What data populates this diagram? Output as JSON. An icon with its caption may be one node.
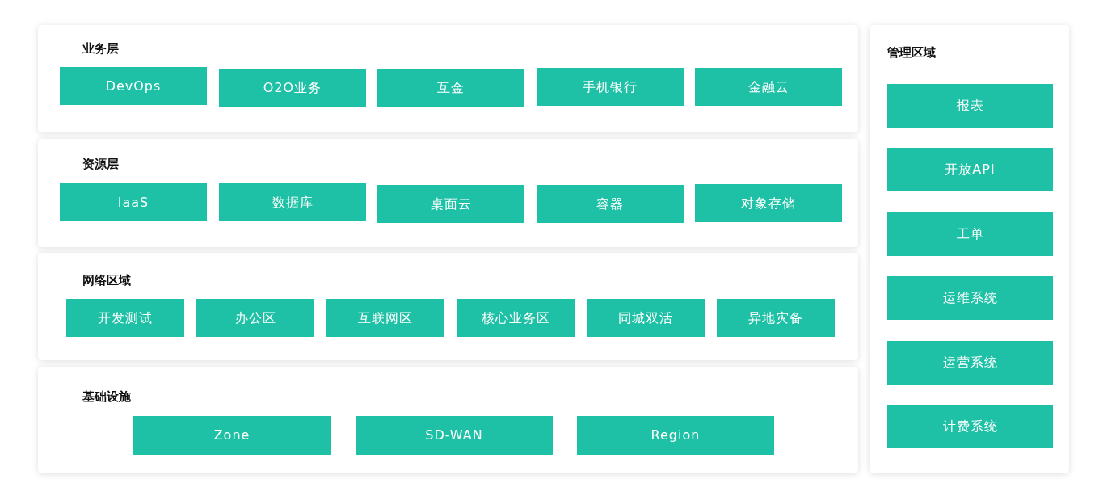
{
  "diagram": {
    "nodes": [
      {
        "text": [
          "业务层"
        ]
      },
      {
        "text": [
          "DevOps"
        ],
        "in": 0
      },
      {
        "text": [
          "O2O业务"
        ],
        "in": 0
      },
      {
        "text": [
          "互金"
        ],
        "in": 0
      },
      {
        "text": [
          "手机银行"
        ],
        "in": 0
      },
      {
        "text": [
          "金融云"
        ],
        "in": 0
      },
      {
        "text": [
          "资源层"
        ]
      },
      {
        "text": [
          "IaaS"
        ],
        "in": 6
      },
      {
        "text": [
          "数据库"
        ],
        "in": 6
      },
      {
        "text": [
          "桌面云"
        ],
        "in": 6
      },
      {
        "text": [
          "容器"
        ],
        "in": 6
      },
      {
        "text": [
          "对象存储"
        ],
        "in": 6
      },
      {
        "text": [
          "网络区域"
        ]
      },
      {
        "text": [
          "开发测试"
        ],
        "in": 12
      },
      {
        "text": [
          "办公区"
        ],
        "in": 12
      },
      {
        "text": [
          "互联网区"
        ],
        "in": 12
      },
      {
        "text": [
          "核心业务区"
        ],
        "in": 12
      },
      {
        "text": [
          "同城双活"
        ],
        "in": 12
      },
      {
        "text": [
          "异地灾备"
        ],
        "in": 12
      },
      {
        "text": [
          "基础设施"
        ]
      },
      {
        "text": [
          "Zone"
        ],
        "in": 19
      },
      {
        "text": [
          "SD-WAN"
        ],
        "in": 19
      },
      {
        "text": [
          "Region"
        ],
        "in": 19
      },
      {
        "text": [
          "管理区域"
        ]
      },
      {
        "text": [
          "报表"
        ],
        "in": 23
      },
      {
        "text": [
          "开放API"
        ],
        "in": 23
      },
      {
        "text": [
          "工单"
        ],
        "in": 23
      },
      {
        "text": [
          "运维系统"
        ],
        "in": 23
      },
      {
        "text": [
          "运营系统"
        ],
        "in": 23
      },
      {
        "text": [
          "计费系统"
        ],
        "in": 23
      }
    ]
  }
}
